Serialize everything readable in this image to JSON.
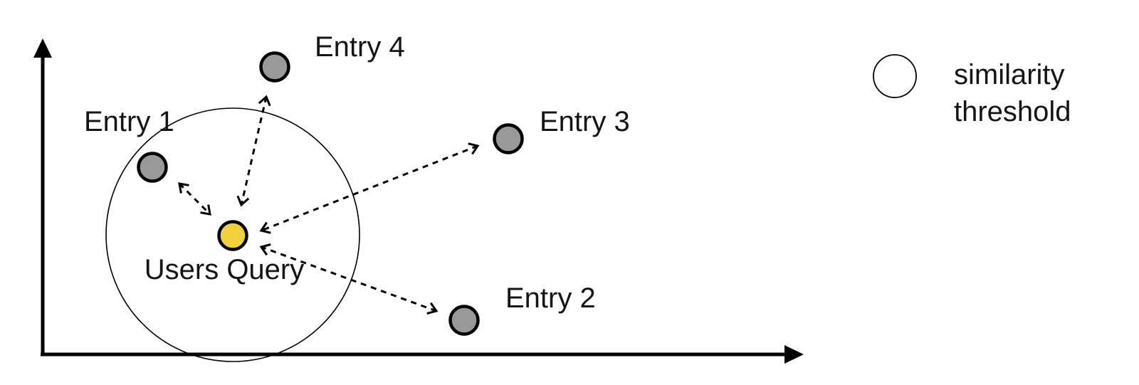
{
  "diagram": {
    "description": "vector similarity search diagram",
    "nodes": [
      {
        "id": "entry-1",
        "label": "Entry 1",
        "type": "entry"
      },
      {
        "id": "entry-2",
        "label": "Entry 2",
        "type": "entry"
      },
      {
        "id": "entry-3",
        "label": "Entry 3",
        "type": "entry"
      },
      {
        "id": "entry-4",
        "label": "Entry 4",
        "type": "entry"
      },
      {
        "id": "users-query",
        "label": "Users Query",
        "type": "query"
      }
    ],
    "edges": [
      {
        "from": "users-query",
        "to": "entry-1",
        "style": "dashed-double-arrow"
      },
      {
        "from": "users-query",
        "to": "entry-2",
        "style": "dashed-double-arrow"
      },
      {
        "from": "users-query",
        "to": "entry-3",
        "style": "dashed-double-arrow"
      },
      {
        "from": "users-query",
        "to": "entry-4",
        "style": "dashed-double-arrow"
      }
    ],
    "legend": {
      "line1": "similarity",
      "line2": "threshold",
      "symbol": "outlined-circle"
    },
    "colors": {
      "query_fill": "#EFD13D",
      "entry_fill": "#999999",
      "stroke": "#000000"
    }
  }
}
